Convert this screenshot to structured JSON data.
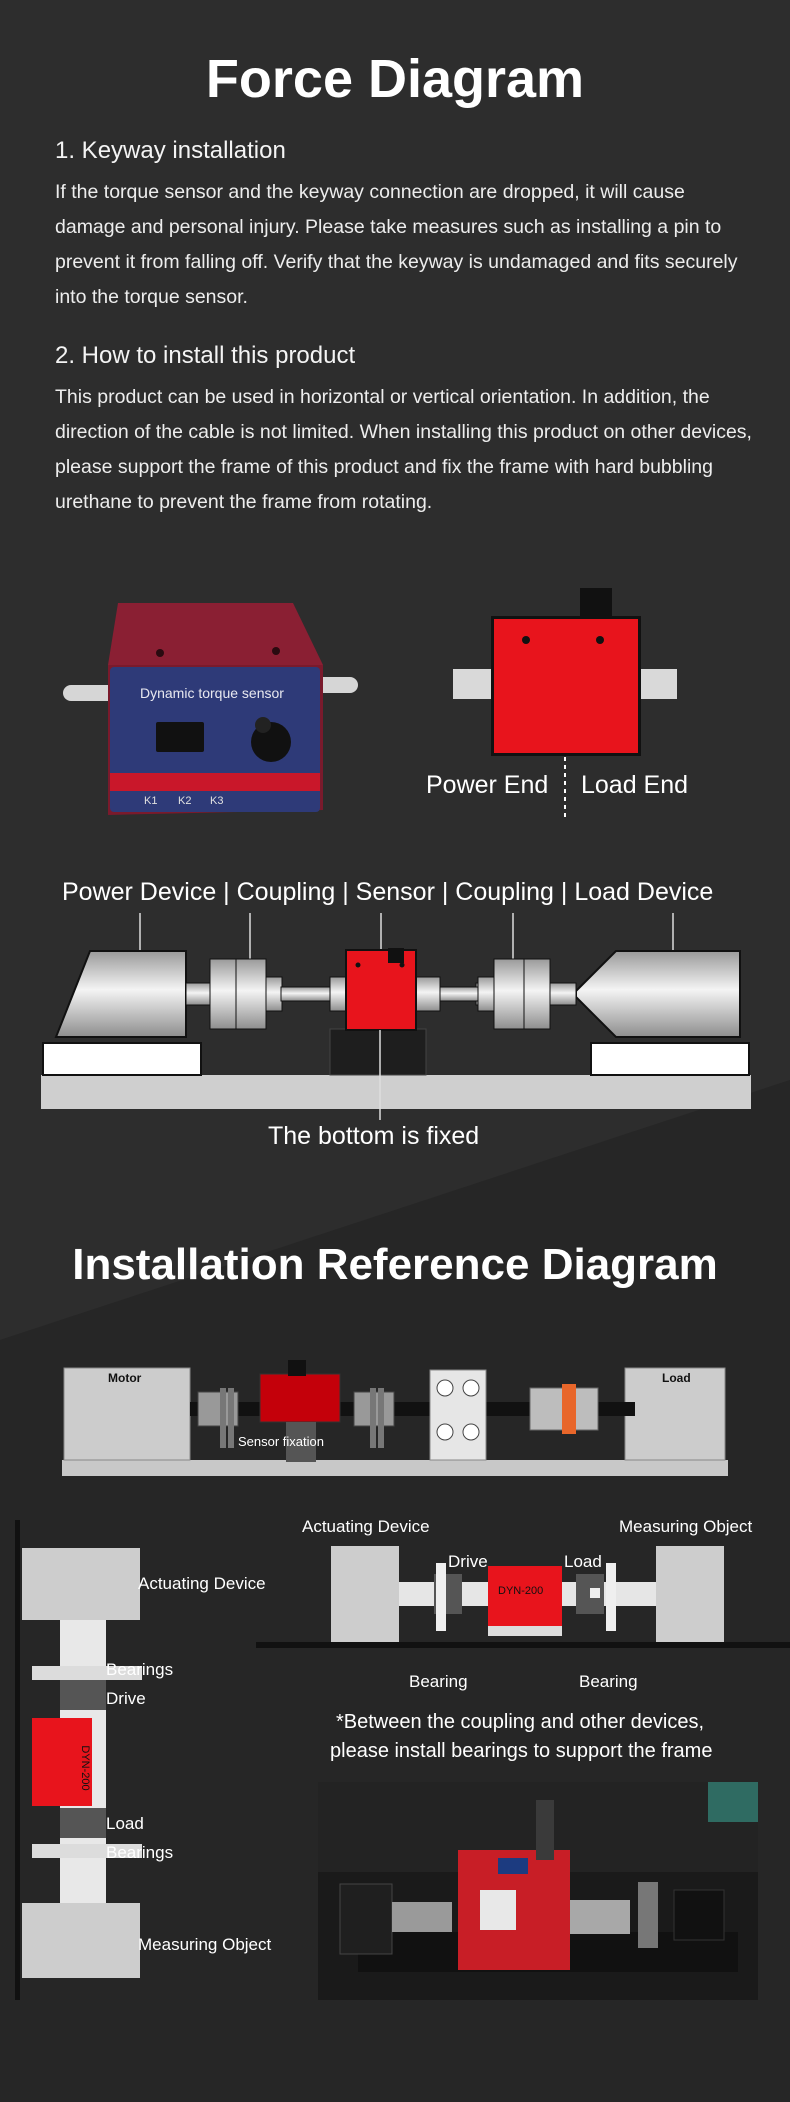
{
  "title": "Force Diagram",
  "section1": {
    "heading": "1. Keyway installation",
    "body": "If the torque sensor and the keyway connection are dropped, it will cause damage and personal injury. Please take measures such as installing a pin to prevent it from falling off. Verify that the keyway is undamaged and fits securely into the torque sensor."
  },
  "section2": {
    "heading": "2. How to install this product",
    "body": "This product can be used in horizontal or vertical orientation. In addition, the direction of the cable is not limited. When installing this product on other devices, please support the frame of this product and fix the frame with hard bubbling urethane to prevent the frame from rotating."
  },
  "sensor_photo": {
    "panel_label": "Dynamic torque sensor",
    "keys": [
      "K1",
      "K2",
      "K3"
    ]
  },
  "end_labels": {
    "power": "Power End",
    "load": "Load End"
  },
  "chain": {
    "labels": "Power Device | Coupling | Sensor | Coupling | Load Device",
    "bottom_note": "The bottom is fixed"
  },
  "title2": "Installation Reference Diagram",
  "ref_diagram": {
    "motor": "Motor",
    "load": "Load",
    "sensor_fixation": "Sensor fixation"
  },
  "vertical_diagram": {
    "actuating": "Actuating Device",
    "bearings_top": "Bearings",
    "drive": "Drive",
    "load": "Load",
    "bearings_bottom": "Bearings",
    "measuring": "Measuring Object",
    "sensor_model": "DYN-200"
  },
  "horizontal_diagram": {
    "actuating": "Actuating Device",
    "measuring": "Measuring Object",
    "drive": "Drive",
    "load": "Load",
    "bearing_left": "Bearing",
    "bearing_right": "Bearing",
    "sensor_model": "DYN-200"
  },
  "note": {
    "line1": "*Between the coupling and other devices,",
    "line2": "please install bearings to support the frame"
  },
  "colors": {
    "sensor_red": "#e8141c",
    "background": "#2b2b2b",
    "panel_blue": "#2e3a78"
  }
}
